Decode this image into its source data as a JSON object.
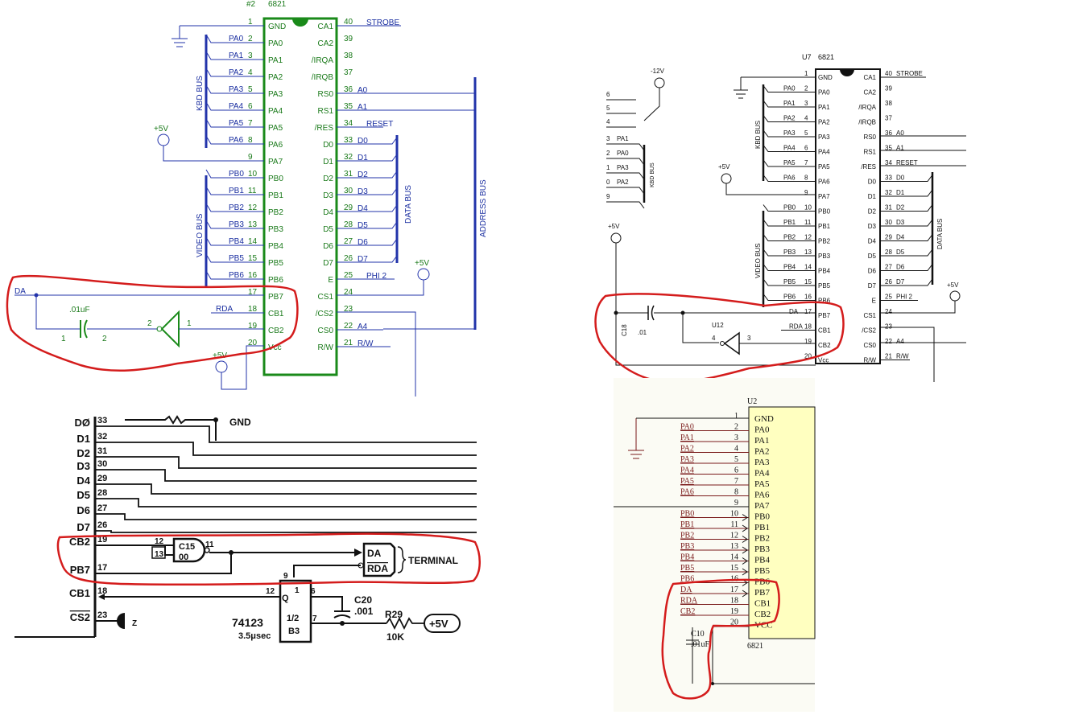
{
  "panel1": {
    "chip_id": "#2",
    "chip_part": "6821",
    "left_pins": [
      {
        "num": "1",
        "name": "GND",
        "sig": ""
      },
      {
        "num": "2",
        "name": "PA0",
        "sig": "PA0"
      },
      {
        "num": "3",
        "name": "PA1",
        "sig": "PA1"
      },
      {
        "num": "4",
        "name": "PA2",
        "sig": "PA2"
      },
      {
        "num": "5",
        "name": "PA3",
        "sig": "PA3"
      },
      {
        "num": "6",
        "name": "PA4",
        "sig": "PA4"
      },
      {
        "num": "7",
        "name": "PA5",
        "sig": "PA5"
      },
      {
        "num": "8",
        "name": "PA6",
        "sig": "PA6"
      },
      {
        "num": "9",
        "name": "PA7",
        "sig": ""
      },
      {
        "num": "10",
        "name": "PB0",
        "sig": "PB0"
      },
      {
        "num": "11",
        "name": "PB1",
        "sig": "PB1"
      },
      {
        "num": "12",
        "name": "PB2",
        "sig": "PB2"
      },
      {
        "num": "13",
        "name": "PB3",
        "sig": "PB3"
      },
      {
        "num": "14",
        "name": "PB4",
        "sig": "PB4"
      },
      {
        "num": "15",
        "name": "PB5",
        "sig": "PB5"
      },
      {
        "num": "16",
        "name": "PB6",
        "sig": "PB6"
      },
      {
        "num": "17",
        "name": "PB7",
        "sig": ""
      },
      {
        "num": "18",
        "name": "CB1",
        "sig": "RDA"
      },
      {
        "num": "19",
        "name": "CB2",
        "sig": ""
      },
      {
        "num": "20",
        "name": "Vcc",
        "sig": ""
      }
    ],
    "right_pins": [
      {
        "num": "40",
        "name": "CA1",
        "sig": "STROBE"
      },
      {
        "num": "39",
        "name": "CA2",
        "sig": ""
      },
      {
        "num": "38",
        "name": "/IRQA",
        "sig": ""
      },
      {
        "num": "37",
        "name": "/IRQB",
        "sig": ""
      },
      {
        "num": "36",
        "name": "RS0",
        "sig": "A0"
      },
      {
        "num": "35",
        "name": "RS1",
        "sig": "A1"
      },
      {
        "num": "34",
        "name": "/RES",
        "sig": "RESET"
      },
      {
        "num": "33",
        "name": "D0",
        "sig": "D0"
      },
      {
        "num": "32",
        "name": "D1",
        "sig": "D1"
      },
      {
        "num": "31",
        "name": "D2",
        "sig": "D2"
      },
      {
        "num": "30",
        "name": "D3",
        "sig": "D3"
      },
      {
        "num": "29",
        "name": "D4",
        "sig": "D4"
      },
      {
        "num": "28",
        "name": "D5",
        "sig": "D5"
      },
      {
        "num": "27",
        "name": "D6",
        "sig": "D6"
      },
      {
        "num": "26",
        "name": "D7",
        "sig": "D7"
      },
      {
        "num": "25",
        "name": "E",
        "sig": "PHI 2"
      },
      {
        "num": "24",
        "name": "CS1",
        "sig": ""
      },
      {
        "num": "23",
        "name": "/CS2",
        "sig": ""
      },
      {
        "num": "22",
        "name": "CS0",
        "sig": "A4"
      },
      {
        "num": "21",
        "name": "R/W",
        "sig": "R/W"
      }
    ],
    "kbd_bus": "KBD BUS",
    "video_bus": "VIDEO BUS",
    "data_bus": "DATA BUS",
    "address_bus": "ADDRESS BUS",
    "plus5v": "+5V",
    "da": "DA",
    "cap_value": ".01uF",
    "cap_pin1": "1",
    "cap_pin2": "2",
    "inv_pin_in": "1",
    "inv_pin_out": "2"
  },
  "panel2": {
    "chip_id": "U7",
    "chip_part": "6821",
    "left_pins": [
      {
        "num": "1",
        "name": "GND",
        "sig": ""
      },
      {
        "num": "2",
        "name": "PA0",
        "sig": "PA0"
      },
      {
        "num": "3",
        "name": "PA1",
        "sig": "PA1"
      },
      {
        "num": "4",
        "name": "PA2",
        "sig": "PA2"
      },
      {
        "num": "5",
        "name": "PA3",
        "sig": "PA3"
      },
      {
        "num": "6",
        "name": "PA4",
        "sig": "PA4"
      },
      {
        "num": "7",
        "name": "PA5",
        "sig": "PA5"
      },
      {
        "num": "8",
        "name": "PA6",
        "sig": "PA6"
      },
      {
        "num": "9",
        "name": "PA7",
        "sig": ""
      },
      {
        "num": "10",
        "name": "PB0",
        "sig": "PB0"
      },
      {
        "num": "11",
        "name": "PB1",
        "sig": "PB1"
      },
      {
        "num": "12",
        "name": "PB2",
        "sig": "PB2"
      },
      {
        "num": "13",
        "name": "PB3",
        "sig": "PB3"
      },
      {
        "num": "14",
        "name": "PB4",
        "sig": "PB4"
      },
      {
        "num": "15",
        "name": "PB5",
        "sig": "PB5"
      },
      {
        "num": "16",
        "name": "PB6",
        "sig": "PB6"
      },
      {
        "num": "17",
        "name": "PB7",
        "sig": "DA"
      },
      {
        "num": "18",
        "name": "CB1",
        "sig": "RDA"
      },
      {
        "num": "19",
        "name": "CB2",
        "sig": ""
      },
      {
        "num": "20",
        "name": "Vcc",
        "sig": ""
      }
    ],
    "right_pins": [
      {
        "num": "40",
        "name": "CA1",
        "sig": "STROBE"
      },
      {
        "num": "39",
        "name": "CA2",
        "sig": ""
      },
      {
        "num": "38",
        "name": "/IRQA",
        "sig": ""
      },
      {
        "num": "37",
        "name": "/IRQB",
        "sig": ""
      },
      {
        "num": "36",
        "name": "RS0",
        "sig": "A0"
      },
      {
        "num": "35",
        "name": "RS1",
        "sig": "A1"
      },
      {
        "num": "34",
        "name": "/RES",
        "sig": "RESET"
      },
      {
        "num": "33",
        "name": "D0",
        "sig": "D0"
      },
      {
        "num": "32",
        "name": "D1",
        "sig": "D1"
      },
      {
        "num": "31",
        "name": "D2",
        "sig": "D2"
      },
      {
        "num": "30",
        "name": "D3",
        "sig": "D3"
      },
      {
        "num": "29",
        "name": "D4",
        "sig": "D4"
      },
      {
        "num": "28",
        "name": "D5",
        "sig": "D5"
      },
      {
        "num": "27",
        "name": "D6",
        "sig": "D6"
      },
      {
        "num": "26",
        "name": "D7",
        "sig": "D7"
      },
      {
        "num": "25",
        "name": "E",
        "sig": "PHI 2"
      },
      {
        "num": "24",
        "name": "CS1",
        "sig": ""
      },
      {
        "num": "23",
        "name": "/CS2",
        "sig": ""
      },
      {
        "num": "22",
        "name": "CS0",
        "sig": "A4"
      },
      {
        "num": "21",
        "name": "R/W",
        "sig": "R/W"
      }
    ],
    "kbd_bus": "KBD BUS",
    "video_bus": "VIDEO BUS",
    "data_bus": "DATA BUS",
    "plus5v": "+5V",
    "minus12v": "-12V",
    "side_nums": [
      "6",
      "5",
      "4"
    ],
    "kbd_conn": [
      {
        "num": "3",
        "sig": "PA1"
      },
      {
        "num": "2",
        "sig": "PA0"
      },
      {
        "num": "1",
        "sig": "PA3"
      },
      {
        "num": "0",
        "sig": "PA2"
      },
      {
        "num": "9",
        "sig": ""
      }
    ],
    "cap_ref": "C18",
    "cap_value": ".01",
    "inv_ref": "U12",
    "inv_pin_in": "3",
    "inv_pin_out": "4"
  },
  "panel3": {
    "left_labels": [
      "DØ",
      "D1",
      "D2",
      "D3",
      "D4",
      "D5",
      "D6",
      "D7",
      "CB2",
      "PB7",
      "CB1",
      "CS2"
    ],
    "pin_nums": [
      "33",
      "32",
      "31",
      "30",
      "29",
      "28",
      "27",
      "26",
      "19",
      "17",
      "18",
      "23"
    ],
    "gnd": "GND",
    "gate_ref": "C15",
    "gate_type": "00",
    "gate_pin_a": "12",
    "gate_pin_b": "13",
    "gate_pin_out": "11",
    "da": "DA",
    "rda": "RDA",
    "terminal": "TERMINAL",
    "os_pin_q": "12",
    "os_q": "Q",
    "os_pin_9": "9",
    "os_pin_1": "1",
    "os_pin_6": "6",
    "os_pin_7": "7",
    "os_half": "1/2",
    "os_ref": "B3",
    "os_part": "74123",
    "os_time": "3.5μsec",
    "cap_ref": "C20",
    "cap_value": ".001",
    "res_ref": "R29",
    "res_value": "10K",
    "plus5v": "+5V",
    "cs2_glyph": "Z"
  },
  "panel4": {
    "chip_id": "U2",
    "chip_part": "6821",
    "pins": [
      {
        "num": "1",
        "name": "GND",
        "sig": ""
      },
      {
        "num": "2",
        "name": "PA0",
        "sig": "PA0"
      },
      {
        "num": "3",
        "name": "PA1",
        "sig": "PA1"
      },
      {
        "num": "4",
        "name": "PA2",
        "sig": "PA2"
      },
      {
        "num": "5",
        "name": "PA3",
        "sig": "PA3"
      },
      {
        "num": "6",
        "name": "PA4",
        "sig": "PA4"
      },
      {
        "num": "7",
        "name": "PA5",
        "sig": "PA5"
      },
      {
        "num": "8",
        "name": "PA6",
        "sig": "PA6"
      },
      {
        "num": "9",
        "name": "PA7",
        "sig": ""
      },
      {
        "num": "10",
        "name": "PB0",
        "sig": "PB0"
      },
      {
        "num": "11",
        "name": "PB1",
        "sig": "PB1"
      },
      {
        "num": "12",
        "name": "PB2",
        "sig": "PB2"
      },
      {
        "num": "13",
        "name": "PB3",
        "sig": "PB3"
      },
      {
        "num": "14",
        "name": "PB4",
        "sig": "PB4"
      },
      {
        "num": "15",
        "name": "PB5",
        "sig": "PB5"
      },
      {
        "num": "16",
        "name": "PB6",
        "sig": "PB6"
      },
      {
        "num": "17",
        "name": "PB7",
        "sig": "DA"
      },
      {
        "num": "18",
        "name": "CB1",
        "sig": "RDA"
      },
      {
        "num": "19",
        "name": "CB2",
        "sig": "CB2"
      },
      {
        "num": "20",
        "name": "VCC",
        "sig": ""
      }
    ],
    "cap_ref": "C10",
    "cap_value": ".01uF"
  },
  "colors": {
    "chip_green": "#1a8a1a",
    "wire_blue": "#2233aa",
    "highlight_red": "#d41c1c",
    "chip_yellow": "#ffffc0",
    "maroon": "#7a1a1a"
  }
}
